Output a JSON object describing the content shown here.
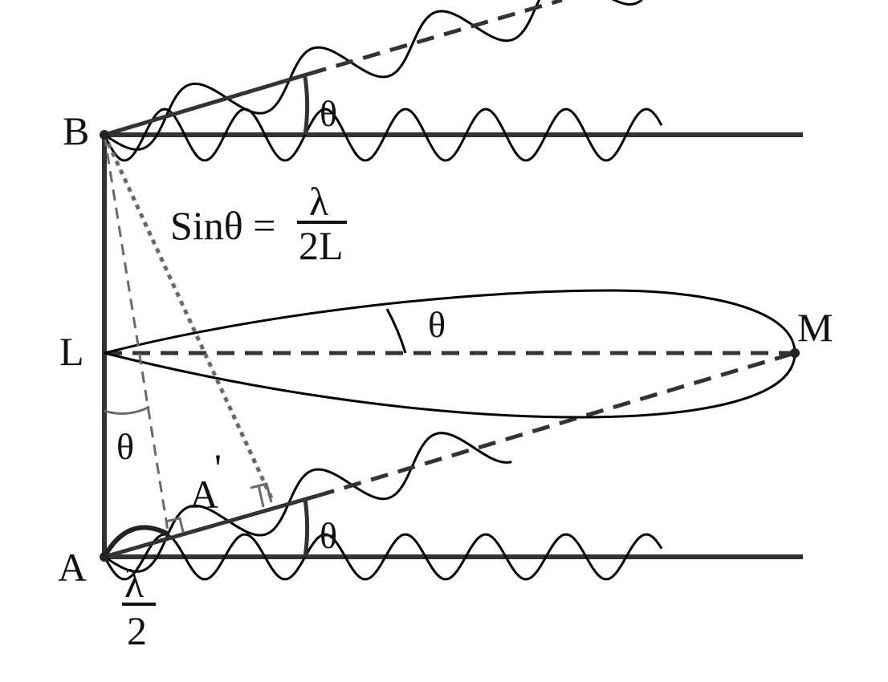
{
  "points": {
    "B": "B",
    "L": "L",
    "A": "A",
    "M": "M",
    "A_prime": "A"
  },
  "angle_symbol": "θ",
  "formula": {
    "lhs": "Sinθ =",
    "numerator": "λ",
    "denominator": "2L"
  },
  "half_wavelength": {
    "numerator": "λ",
    "denominator": "2"
  },
  "colors": {
    "line": "#2e2e2e",
    "wave": "#000000",
    "construction": "#6a6a6a"
  }
}
